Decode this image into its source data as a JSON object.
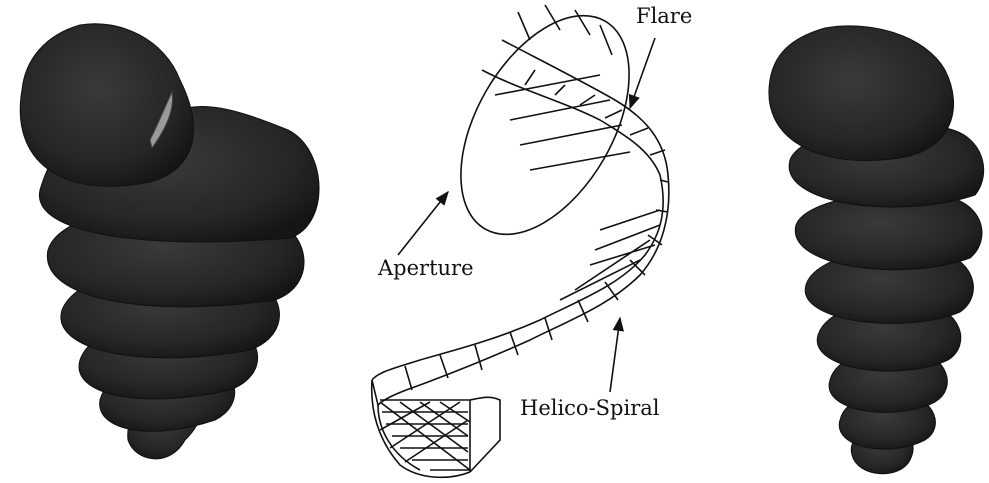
{
  "labels": {
    "flare": "Flare",
    "aperture": "Aperture",
    "helico_spiral": "Helico-Spiral"
  },
  "colors": {
    "shell_fill": "#2a2a2a",
    "shell_dark": "#161616",
    "wire": "#111111",
    "background": "#ffffff"
  }
}
